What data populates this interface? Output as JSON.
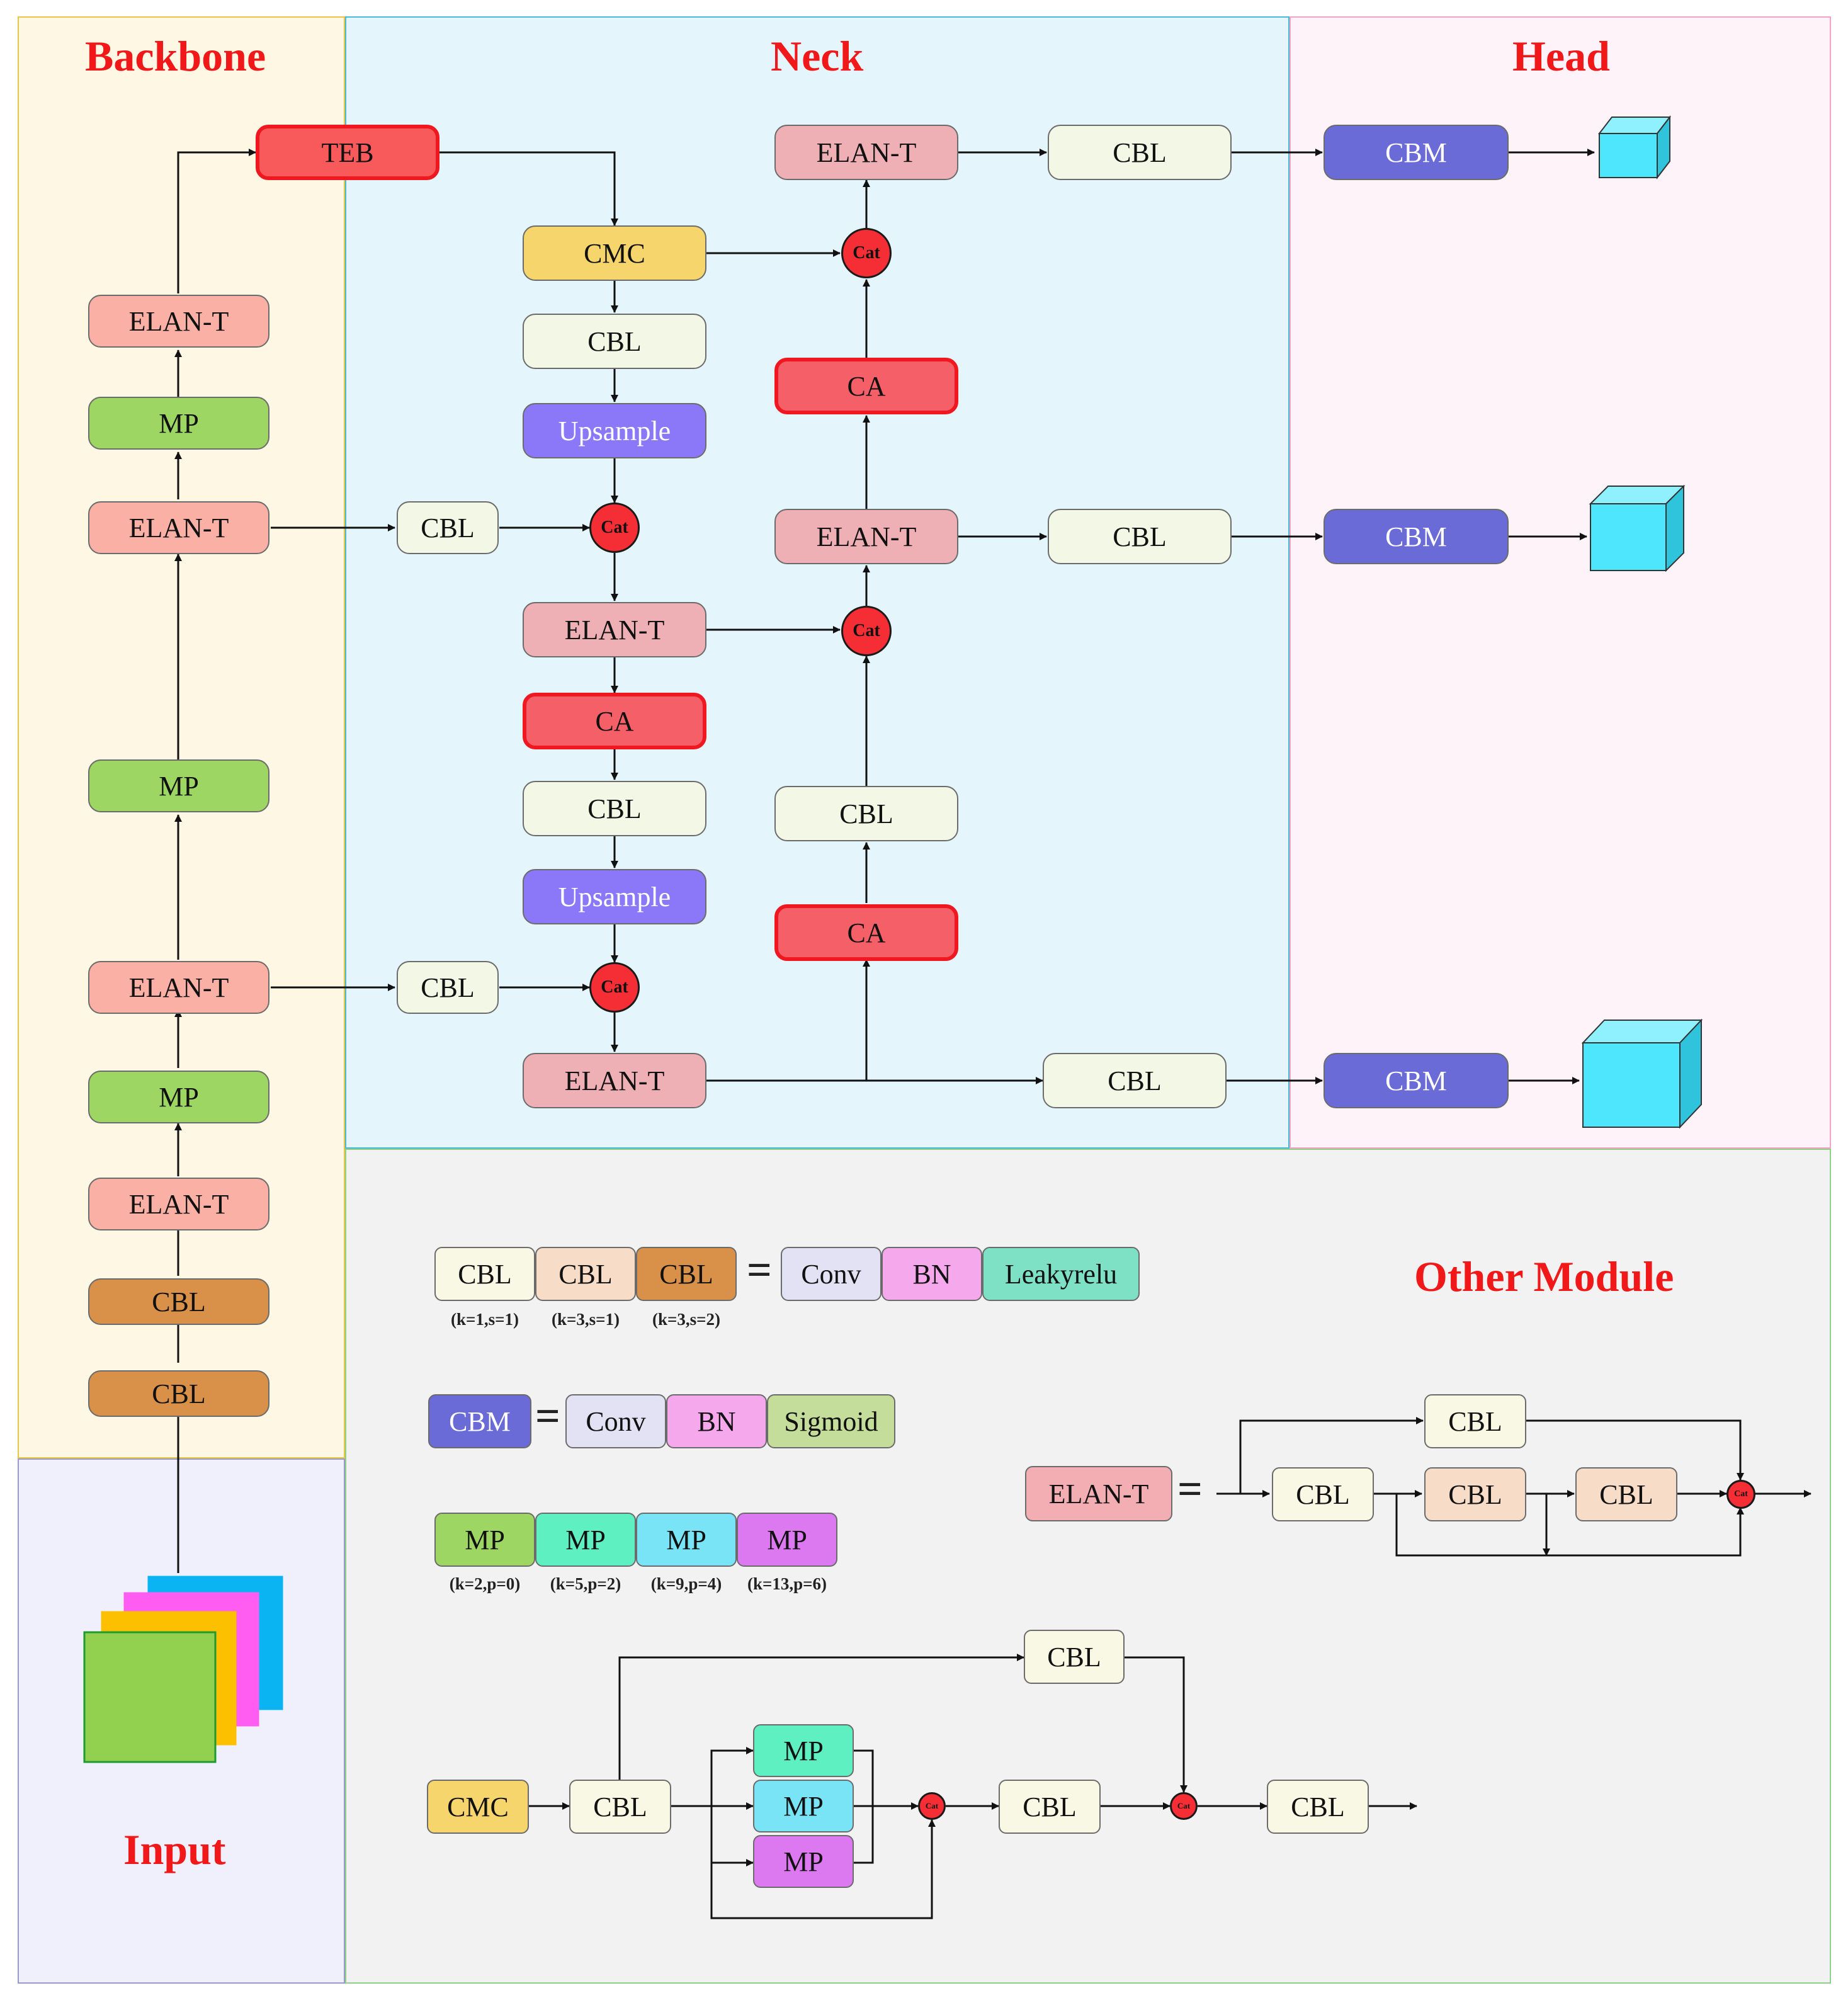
{
  "regions": {
    "backbone": "Backbone",
    "neck": "Neck",
    "head": "Head",
    "input": "Input",
    "other": "Other Module"
  },
  "labels": {
    "teb": "TEB",
    "elan": "ELAN-T",
    "mp": "MP",
    "cbl": "CBL",
    "cmc": "CMC",
    "upsample": "Upsample",
    "ca": "CA",
    "cbm": "CBM",
    "cat": "Cat",
    "conv": "Conv",
    "bn": "BN",
    "leaky": "Leakyrelu",
    "sigmoid": "Sigmoid"
  },
  "params": {
    "cbl_k1s1": "(k=1,s=1)",
    "cbl_k3s1": "(k=3,s=1)",
    "cbl_k3s2": "(k=3,s=2)",
    "mp_k2": "(k=2,p=0)",
    "mp_k5": "(k=5,p=2)",
    "mp_k9": "(k=9,p=4)",
    "mp_k13": "(k=13,p=6)"
  },
  "colors": {
    "backbone_bg": "#fdf7e4",
    "neck_bg": "#e4f5fc",
    "head_bg": "#fdf3f8",
    "input_bg": "#f0f0fc",
    "other_bg": "#f2f2f2",
    "title_red": "#f01818",
    "elan": "#fbb0a5",
    "elan_neck": "#eeb0b4",
    "mp_green": "#9dd663",
    "cbl_orange": "#d99048",
    "cbl_light": "#f3f8e6",
    "teb": "#f85a5c",
    "cmc": "#f6d56d",
    "upsample": "#8b78f8",
    "ca": "#f56068",
    "cbm": "#6a6bd6",
    "cat": "#f52d34",
    "cube": "#4de6fc"
  },
  "eq_sign": "="
}
